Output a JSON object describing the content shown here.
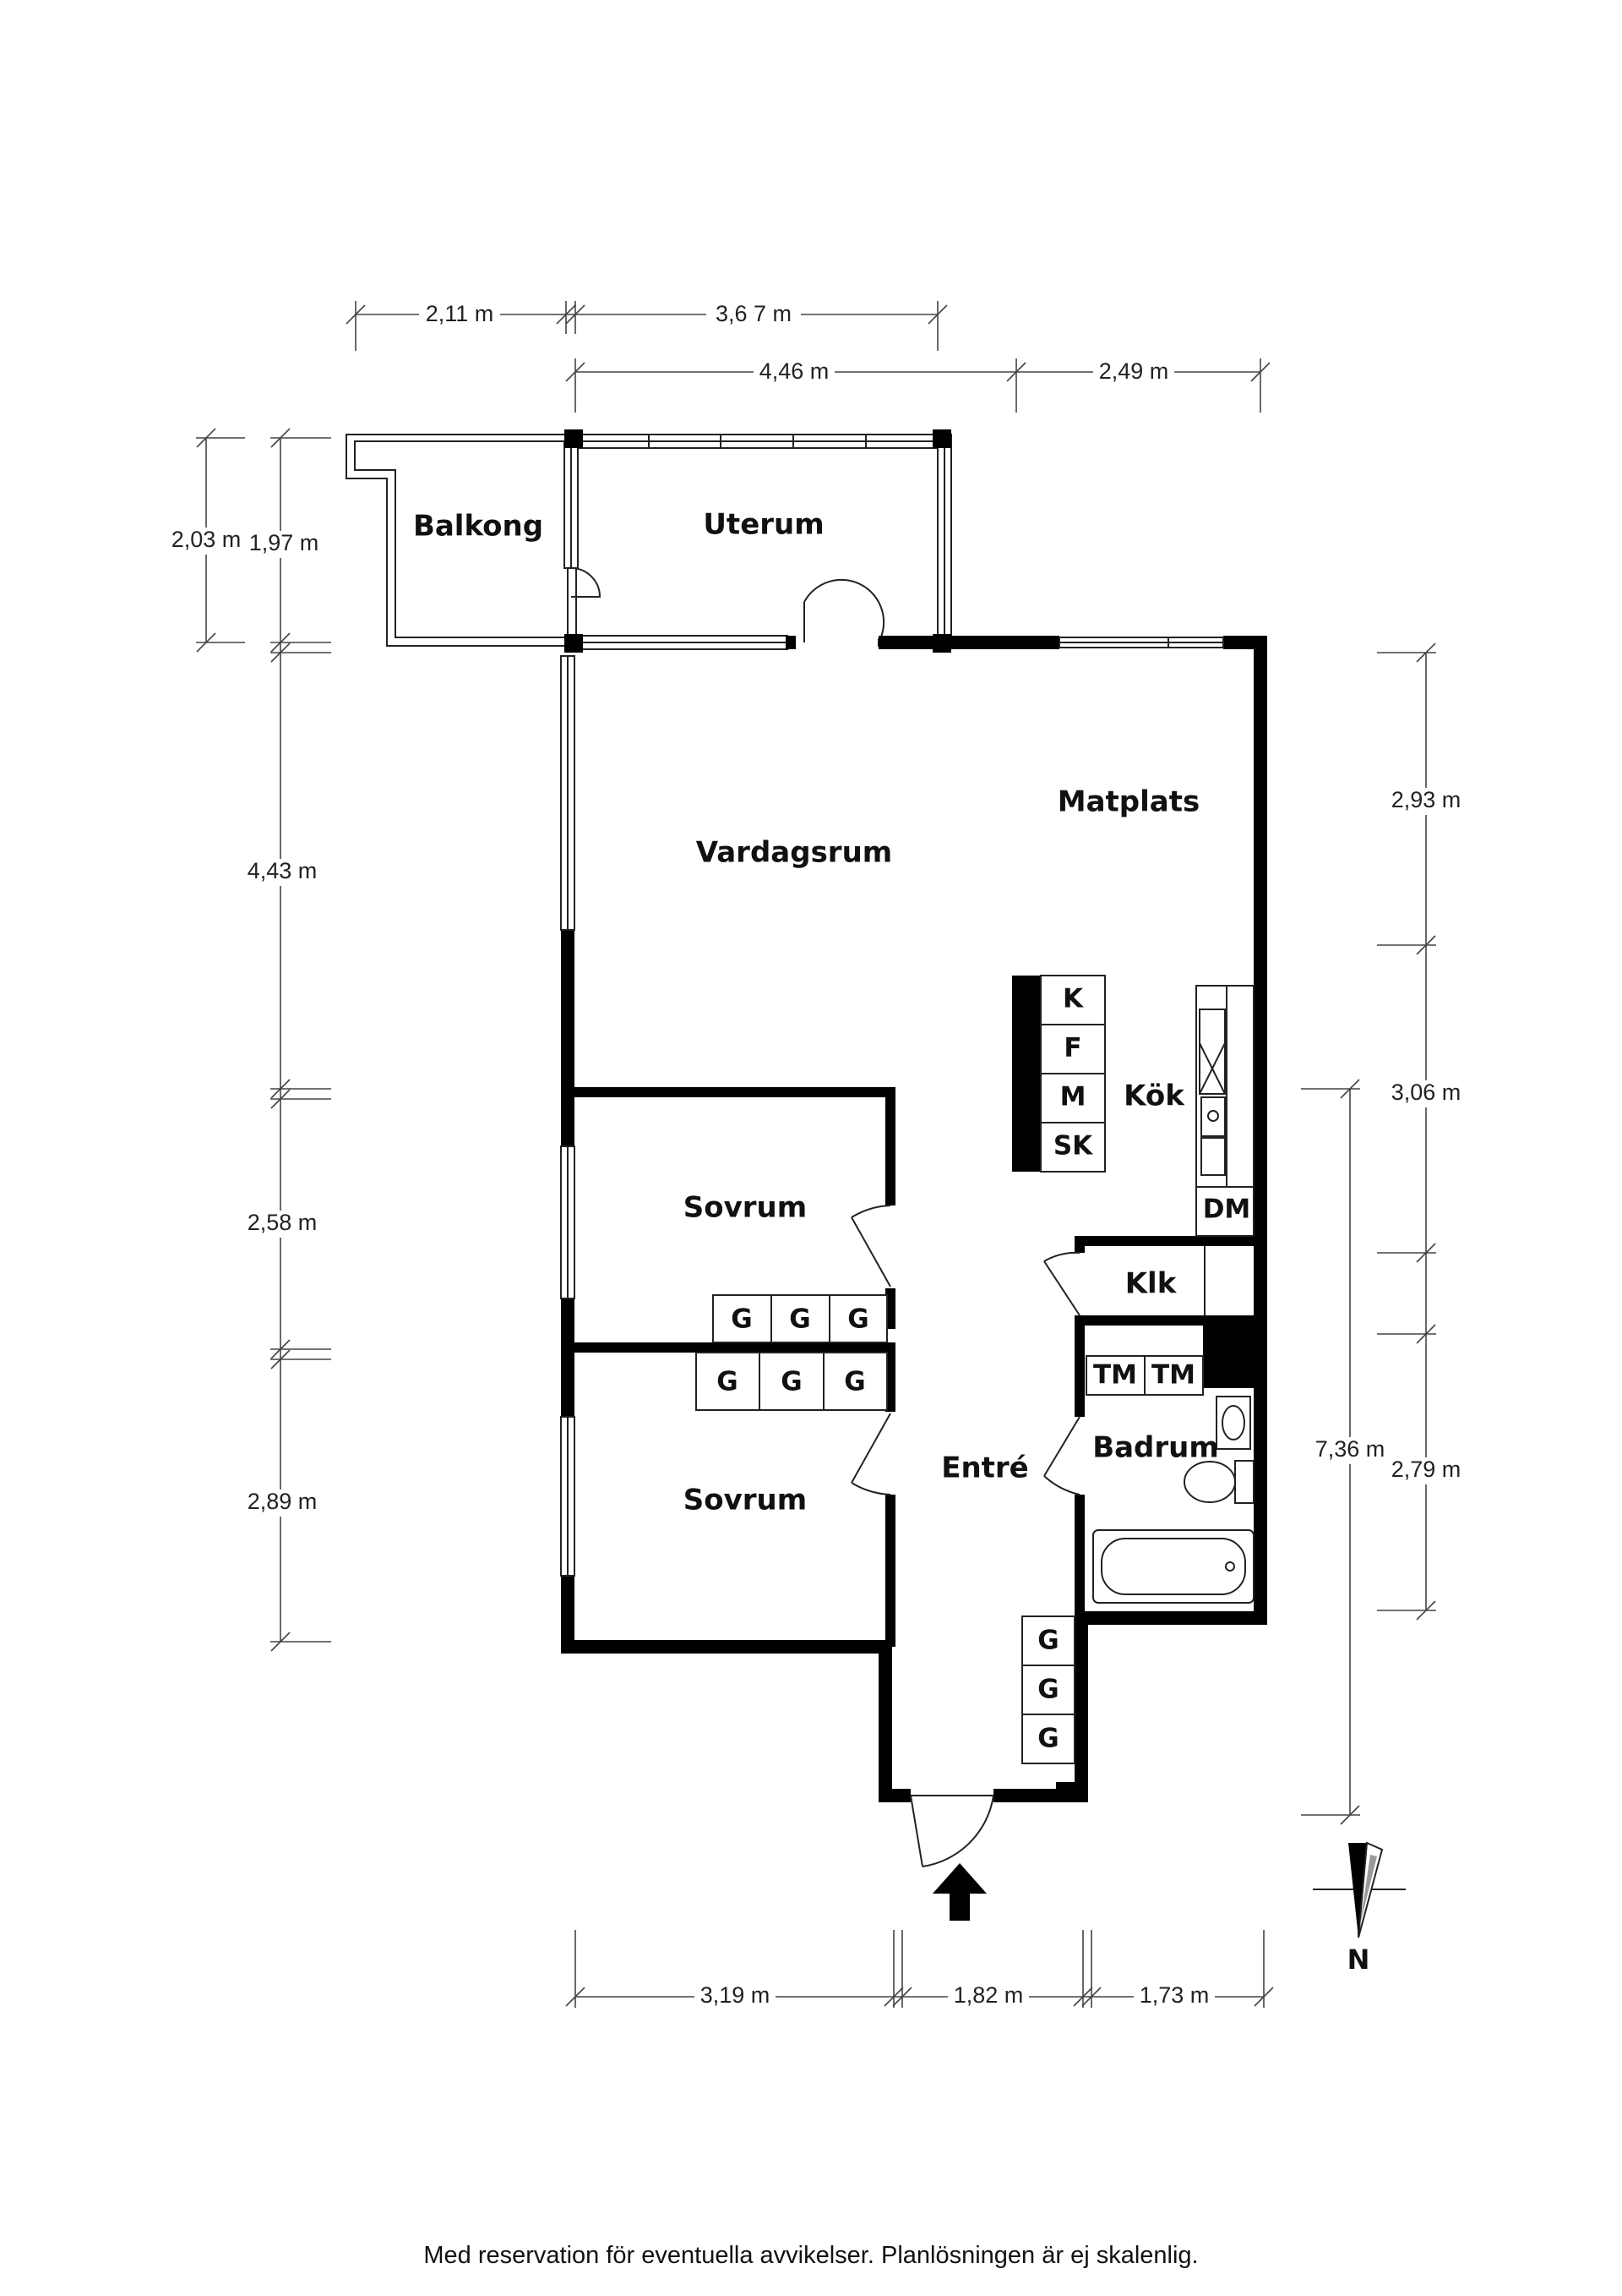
{
  "rooms": {
    "balkong": "Balkong",
    "uterum": "Uterum",
    "vardagsrum": "Vardagsrum",
    "matplats": "Matplats",
    "kok": "Kök",
    "sovrum_1": "Sovrum",
    "sovrum_2": "Sovrum",
    "entre": "Entré",
    "klk": "Klk",
    "badrum": "Badrum"
  },
  "kitchen_appliances": [
    "K",
    "F",
    "M",
    "SK"
  ],
  "dishwasher": "DM",
  "wardrobes": {
    "bedroom_1": [
      "G",
      "G",
      "G"
    ],
    "bedroom_2": [
      "G",
      "G",
      "G"
    ],
    "hall": [
      "G",
      "G",
      "G"
    ]
  },
  "laundry": [
    "TM",
    "TM"
  ],
  "dimensions": {
    "top_row_1": [
      "2,11 m",
      "3,6 7 m"
    ],
    "top_row_2": [
      "4,46 m",
      "2,49 m"
    ],
    "left_outer": "2,03 m",
    "left_inner": [
      "1,97 m",
      "4,43 m",
      "2,58 m",
      "2,89 m"
    ],
    "right_inner": [
      "2,93 m",
      "3,06 m",
      "2,79 m"
    ],
    "right_outer": "7,36 m",
    "bottom": [
      "3,19 m",
      "1,82 m",
      "1,73 m"
    ]
  },
  "compass": {
    "label": "N"
  },
  "footer": "Med reservation för eventuella avvikelser. Planlösningen är ej skalenlig."
}
